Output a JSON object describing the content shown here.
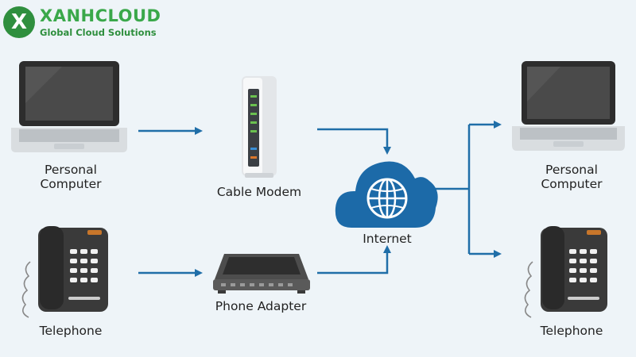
{
  "brand": {
    "logo_letter": "X",
    "name": "XANHCLOUD",
    "tagline": "Global Cloud Solutions",
    "color": "#2f8f3e"
  },
  "colors": {
    "arrow": "#1f6ea8",
    "cloud": "#1c6aa8",
    "device_dark": "#3a3a3a",
    "background": "#eef4f8"
  },
  "nodes": {
    "left_computer": {
      "label_line1": "Personal",
      "label_line2": "Computer",
      "icon": "laptop-icon"
    },
    "left_telephone": {
      "label": "Telephone",
      "icon": "telephone-icon"
    },
    "cable_modem": {
      "label": "Cable Modem",
      "icon": "cable-modem-icon"
    },
    "phone_adapter": {
      "label": "Phone Adapter",
      "icon": "phone-adapter-icon"
    },
    "internet": {
      "label": "Internet",
      "icon": "cloud-globe-icon"
    },
    "right_computer": {
      "label_line1": "Personal",
      "label_line2": "Computer",
      "icon": "laptop-icon"
    },
    "right_telephone": {
      "label": "Telephone",
      "icon": "telephone-icon"
    }
  }
}
